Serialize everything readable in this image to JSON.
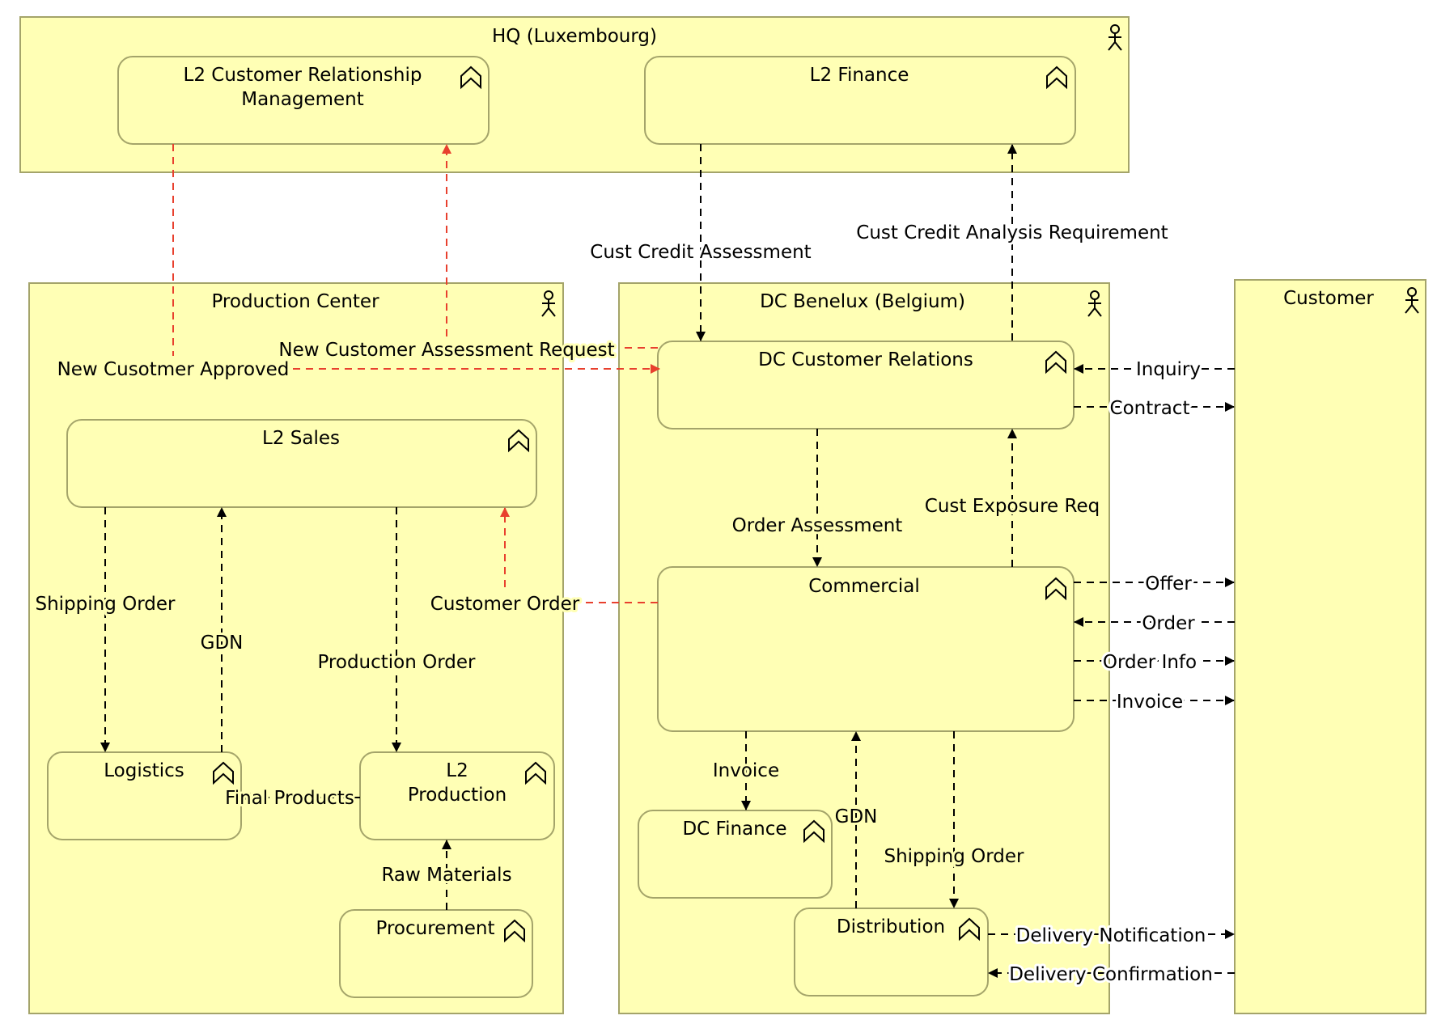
{
  "actors": {
    "hq": "HQ (Luxembourg)",
    "production_center": "Production Center",
    "dc_benelux": "DC Benelux (Belgium)",
    "customer": "Customer"
  },
  "functions": {
    "l2_crm_line1": "L2 Customer Relationship",
    "l2_crm_line2": "Management",
    "l2_finance": "L2 Finance",
    "l2_sales": "L2 Sales",
    "logistics": "Logistics",
    "l2_production_line1": "L2",
    "l2_production_line2": "Production",
    "procurement": "Procurement",
    "dc_customer_relations": "DC Customer Relations",
    "commercial": "Commercial",
    "dc_finance": "DC Finance",
    "distribution": "Distribution"
  },
  "flows": {
    "cust_credit_assessment": "Cust Credit Assessment",
    "cust_credit_analysis_requirement": "Cust Credit Analysis Requirement",
    "new_customer_assessment_request": "New Customer Assessment Request",
    "new_customer_approved": "New Cusotmer Approved",
    "inquiry": "Inquiry",
    "contract": "Contract",
    "order_assessment": "Order Assessment",
    "cust_exposure_req": "Cust Exposure Req",
    "shipping_order_pc": "Shipping Order",
    "gdn_pc": "GDN",
    "production_order": "Production Order",
    "customer_order": "Customer Order",
    "offer": "Offer",
    "order": "Order",
    "order_info": "Order Info",
    "invoice_customer": "Invoice",
    "invoice_dc": "Invoice",
    "gdn_dc": "GDN",
    "shipping_order_dc": "Shipping Order",
    "final_products": "Final Products",
    "raw_materials": "Raw Materials",
    "delivery_notification": "Delivery Notification",
    "delivery_confirmation": "Delivery Confirmation"
  }
}
